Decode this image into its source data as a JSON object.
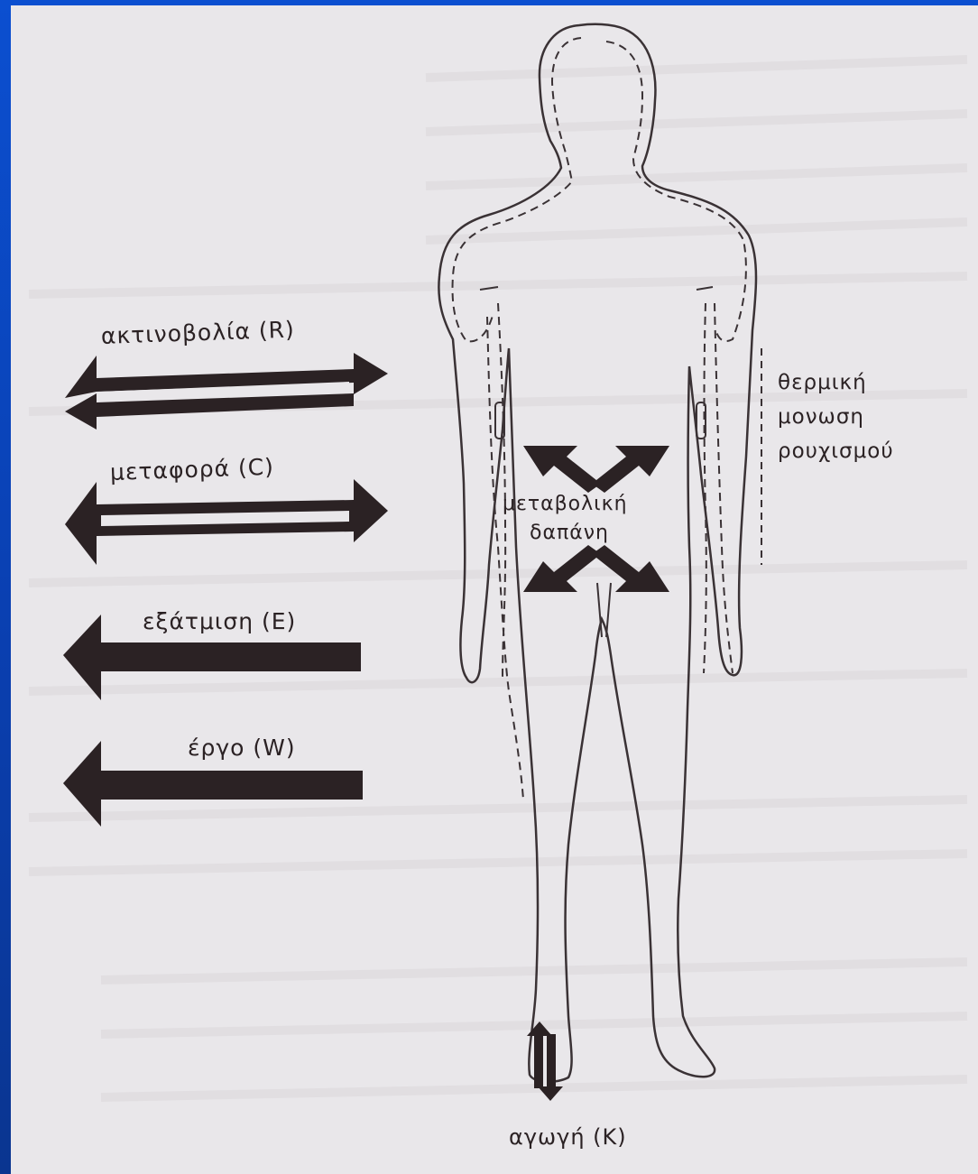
{
  "labels": {
    "radiation": "ακτινοβολία (R)",
    "convection": "μεταφορά (C)",
    "evaporation": "εξάτμιση (Ε)",
    "work": "έργο (W)",
    "metabolic_line1": "μεταβολική",
    "metabolic_line2": "δαπάνη",
    "insulation_line1": "θερμική",
    "insulation_line2": "μονωση",
    "insulation_line3": "ρουχισμού",
    "conduction": "αγωγή (Κ)"
  },
  "colors": {
    "background": "#0b4fd0",
    "paper": "#e9e7ea",
    "ink": "#2b2224"
  }
}
